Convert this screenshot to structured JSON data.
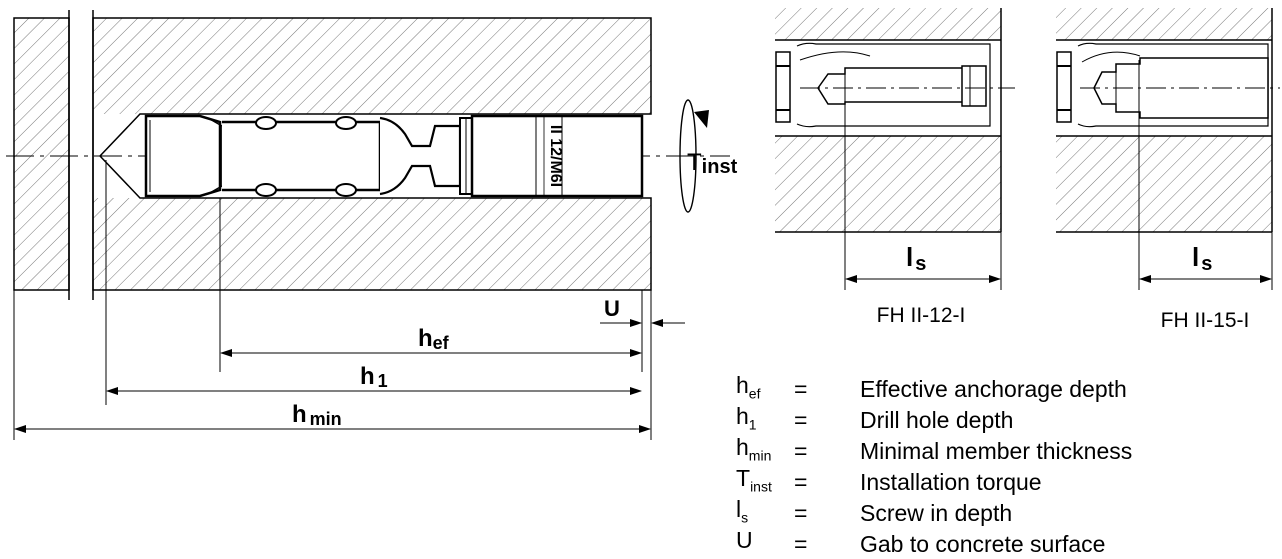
{
  "diagram": {
    "main": {
      "stamp": "II 12/M6I",
      "torque_label": {
        "main": "T",
        "sub": "inst"
      },
      "dim_u": "U",
      "dim_hef": {
        "main": "h",
        "sub": "ef"
      },
      "dim_h1": {
        "main": "h",
        "sub": "1"
      },
      "dim_hmin": {
        "main": "h",
        "sub": "min"
      }
    },
    "details": [
      {
        "ls_label": {
          "main": "l",
          "sub": "s"
        },
        "caption": "FH II-12-I"
      },
      {
        "ls_label": {
          "main": "l",
          "sub": "s"
        },
        "caption": "FH II-15-I"
      }
    ]
  },
  "legend": [
    {
      "symbol": "h",
      "sub": "ef",
      "eq": "=",
      "desc": "Effective anchorage depth"
    },
    {
      "symbol": "h",
      "sub": "1",
      "eq": "=",
      "desc": "Drill hole depth"
    },
    {
      "symbol": "h",
      "sub": "min",
      "eq": "=",
      "desc": "Minimal member thickness"
    },
    {
      "symbol": "T",
      "sub": "inst",
      "eq": "=",
      "desc": "Installation torque"
    },
    {
      "symbol": "l",
      "sub": "s",
      "eq": "=",
      "desc": "Screw in depth"
    },
    {
      "symbol": "U",
      "sub": "",
      "eq": "=",
      "desc": "Gab to concrete surface"
    }
  ]
}
